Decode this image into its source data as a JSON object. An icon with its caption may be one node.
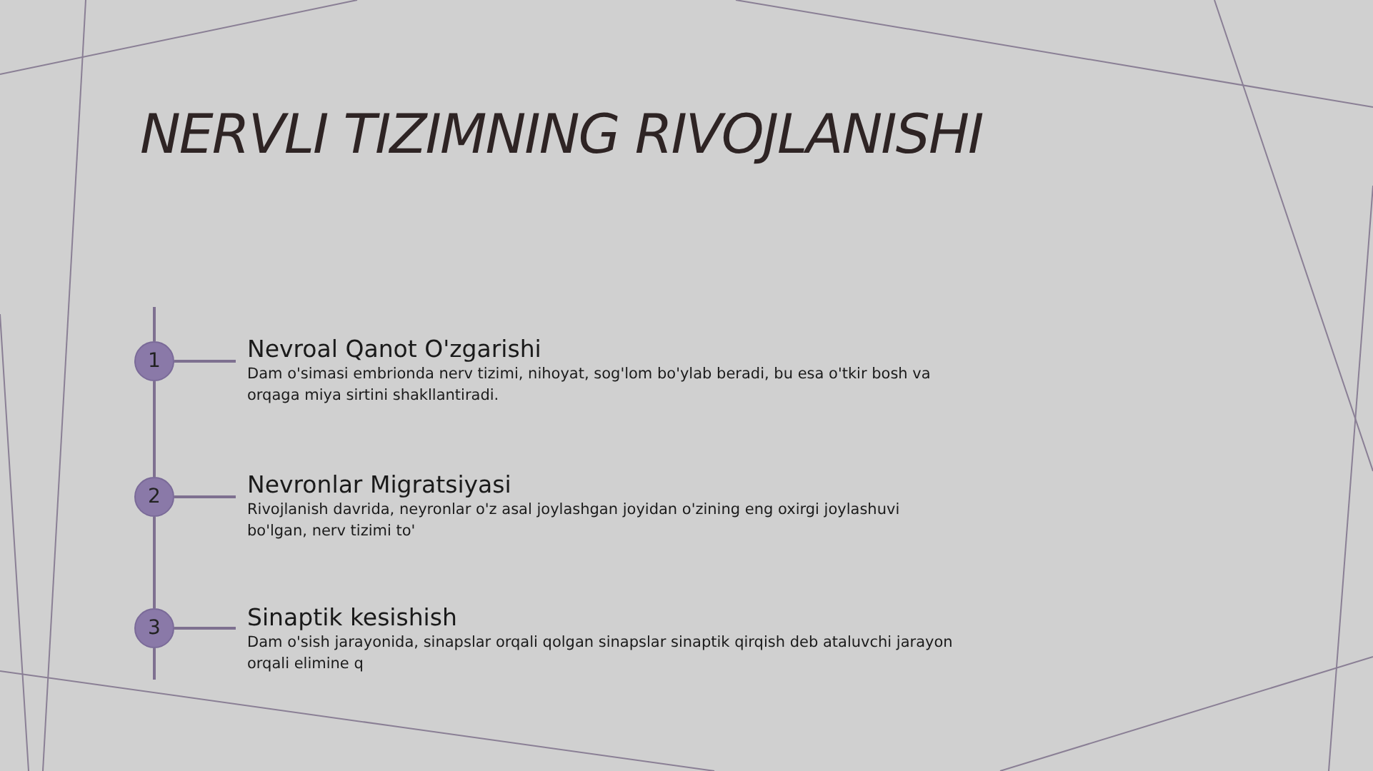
{
  "diagram": {
    "title": "NERVLI TIZIMNING RIVOJLANISHI",
    "nodes": [
      {
        "text": [
          "1"
        ]
      },
      {
        "text": [
          "Nevroal Qanot O'zgarishi",
          "Dam o'simasi embrionda nerv tizimi, nihoyat, sog'lom bo'ylab beradi, bu esa o'tkir bosh va orqaga miya sirtini shakllantiradi."
        ]
      },
      {
        "text": [
          "2"
        ]
      },
      {
        "text": [
          "Nevronlar Migratsiyasi",
          "Rivojlanish davrida, neyronlar o'z asal joylashgan joyidan o'zining eng oxirgi joylashuvi bo'lgan, nerv tizimi to'"
        ]
      },
      {
        "text": [
          "3"
        ]
      },
      {
        "text": [
          "Sinaptik kesishish",
          "Dam o'sish jarayonida, sinapslar orqali qolgan sinapslar sinaptik qirqish deb ataluvchi jarayon orqali elimine q"
        ]
      }
    ],
    "edges": [
      {
        "from": 0,
        "to": 1,
        "arrow": "none"
      },
      {
        "from": 2,
        "to": 3,
        "arrow": "none"
      },
      {
        "from": 4,
        "to": 5,
        "arrow": "none"
      },
      {
        "from": 0,
        "to": 2,
        "arrow": "none"
      },
      {
        "from": 2,
        "to": 4,
        "arrow": "none"
      }
    ]
  }
}
